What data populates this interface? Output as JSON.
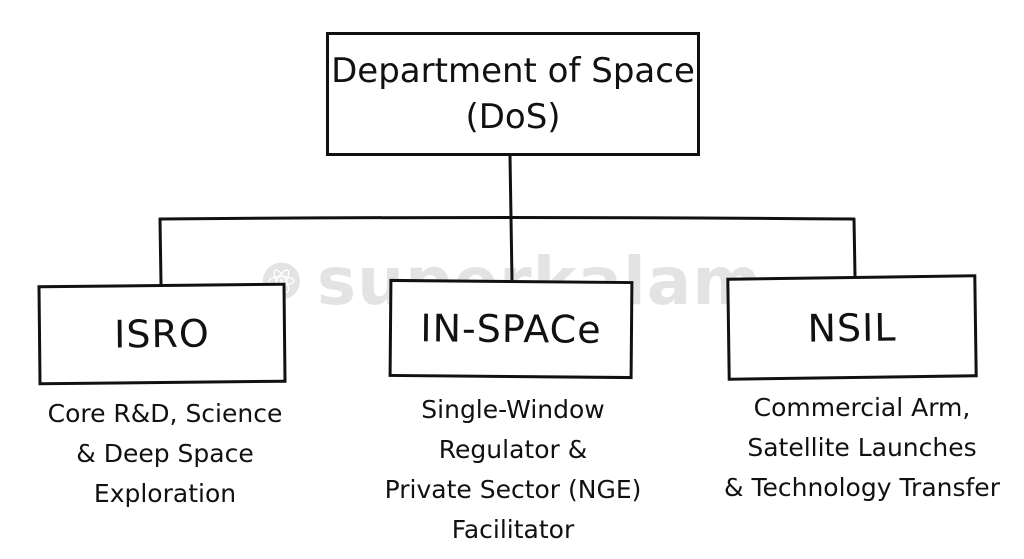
{
  "diagram": {
    "root": {
      "line1": "Department of Space",
      "line2": "(DoS)"
    },
    "children": [
      {
        "label": "ISRO",
        "description": [
          "Core R&D, Science",
          "& Deep Space",
          "Exploration"
        ]
      },
      {
        "label": "IN-SPACe",
        "description": [
          "Single-Window",
          "Regulator &",
          "Private Sector (NGE)",
          "Facilitator"
        ]
      },
      {
        "label": "NSIL",
        "description": [
          "Commercial Arm,",
          "Satellite Launches",
          "& Technology Transfer"
        ]
      }
    ]
  },
  "watermark": {
    "text": "superkalam",
    "icon": "atom-icon"
  },
  "colors": {
    "line": "#111111",
    "background": "#ffffff",
    "watermark": "#333333"
  }
}
